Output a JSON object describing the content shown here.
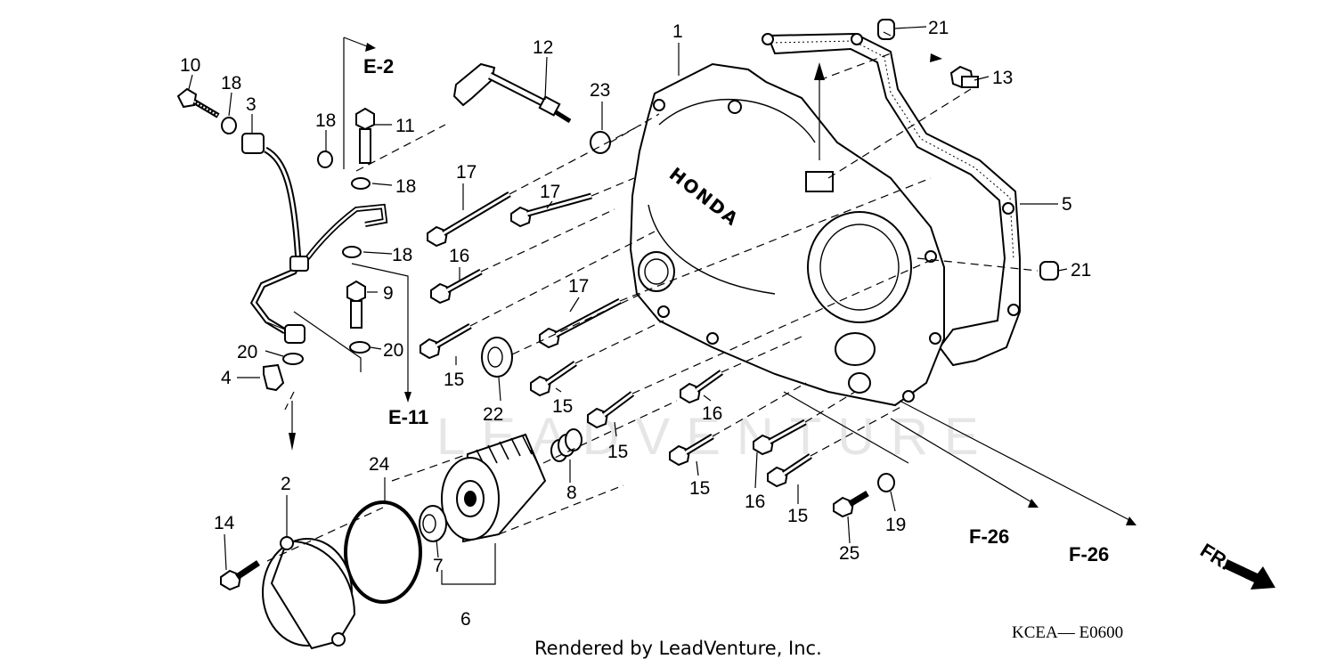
{
  "brand_mark": "HONDA",
  "watermark": "LEADVENTURE",
  "callouts": {
    "c1": "1",
    "c2": "2",
    "c3": "3",
    "c4": "4",
    "c5": "5",
    "c6": "6",
    "c7": "7",
    "c8": "8",
    "c9": "9",
    "c10": "10",
    "c11": "11",
    "c12": "12",
    "c13": "13",
    "c14": "14",
    "c15": "15",
    "c16": "16",
    "c17": "17",
    "c18": "18",
    "c19": "19",
    "c20": "20",
    "c21": "21",
    "c22": "22",
    "c23": "23",
    "c24": "24",
    "c25": "25"
  },
  "references": {
    "e2": "E-2",
    "e11": "E-11",
    "f26": "F-26",
    "fr": "FR."
  },
  "footer": {
    "credit": "Rendered by LeadVenture, Inc.",
    "code": "KCEA— E0600"
  }
}
